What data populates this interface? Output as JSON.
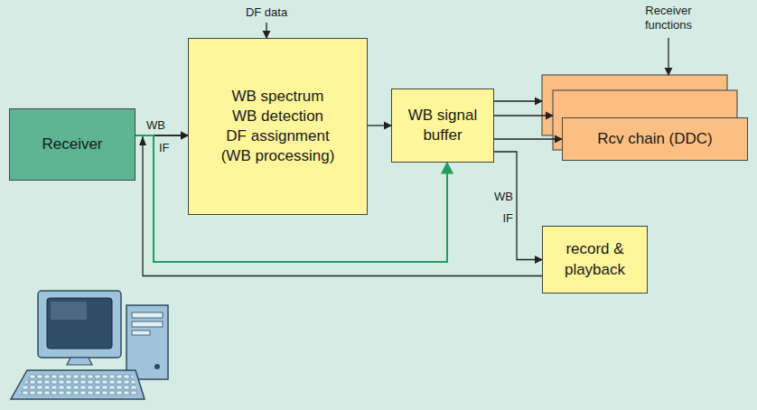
{
  "diagram": {
    "nodes": [
      {
        "text": [
          "Receiver"
        ]
      },
      {
        "text": [
          "WB spectrum",
          "WB detection",
          "DF assignment",
          "(WB processing)"
        ]
      },
      {
        "text": [
          "WB signal buffer"
        ]
      },
      {
        "text": [
          "Rcv chain (DDC)"
        ]
      },
      {
        "text": [
          "record & playback"
        ]
      }
    ],
    "edges": [
      {
        "from": 0,
        "to": 1,
        "arrow": "to"
      },
      {
        "from": 1,
        "to": 2,
        "arrow": "to"
      },
      {
        "from": 2,
        "to": 3,
        "arrow": "to"
      },
      {
        "from": 2,
        "to": 4,
        "arrow": "to"
      },
      {
        "from": 4,
        "to": 1,
        "arrow": "to"
      },
      {
        "from": 0,
        "to": 2,
        "arrow": "to"
      }
    ],
    "labels": [
      "DF data",
      "Receiver functions",
      "WB",
      "IF",
      "WB",
      "IF"
    ]
  }
}
